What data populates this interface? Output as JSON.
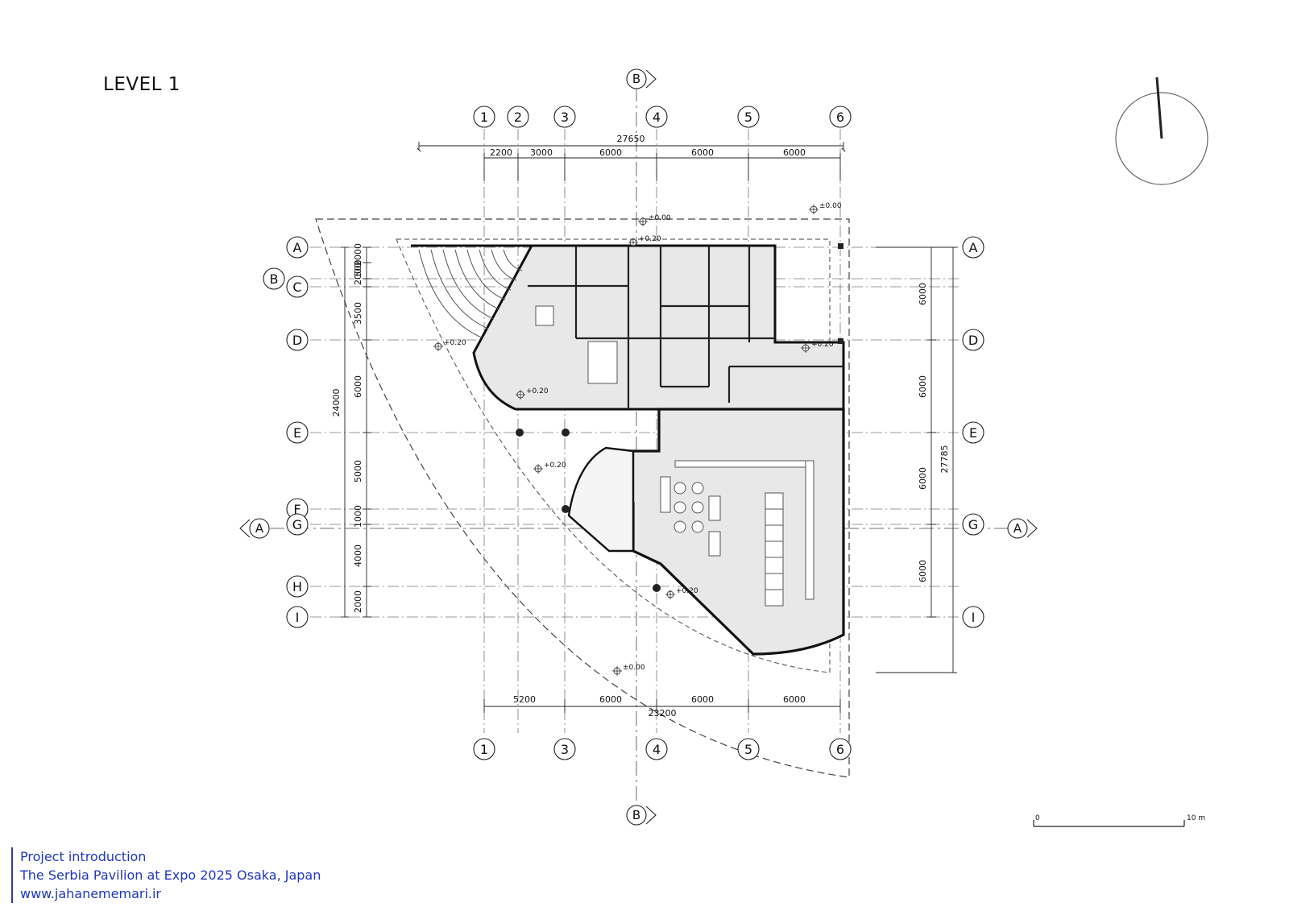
{
  "title": "LEVEL 1",
  "grid": {
    "columns_top": [
      "1",
      "2",
      "3",
      "4",
      "5",
      "6"
    ],
    "columns_bottom": [
      "1",
      "3",
      "4",
      "5",
      "6"
    ],
    "rows_left": [
      "A",
      "B",
      "C",
      "D",
      "E",
      "F",
      "G",
      "H",
      "I"
    ],
    "rows_right": [
      "A",
      "D",
      "E",
      "G",
      "I"
    ]
  },
  "section_markers": {
    "vertical": "B",
    "horizontal": "A"
  },
  "dimensions": {
    "top_total": "27650",
    "top": [
      "2200",
      "3000",
      "6000",
      "6000",
      "6000"
    ],
    "bottom_total": "23200",
    "bottom": [
      "5200",
      "6000",
      "6000",
      "6000"
    ],
    "left_total": "24000",
    "left": [
      "2000",
      "500",
      "2000",
      "3500",
      "6000",
      "5000",
      "1000",
      "4000",
      "2000"
    ],
    "right_total": "27785",
    "right": [
      "6000",
      "6000",
      "6000",
      "6000"
    ]
  },
  "levels": [
    "±0.00",
    "±0.00",
    "+0.20",
    "+0.20",
    "+0.20",
    "+0.20",
    "+0.20",
    "+0.20",
    "±0.00"
  ],
  "scale_bar": {
    "start": "0",
    "end": "10 m"
  },
  "footer": {
    "line1": "Project introduction",
    "line2": "The Serbia Pavilion at Expo 2025 Osaka, Japan",
    "line3": "www.jahanememari.ir"
  },
  "colors": {
    "footer_text": "#1f36c4",
    "line": "#222222",
    "fill": "#e6e6e6"
  }
}
